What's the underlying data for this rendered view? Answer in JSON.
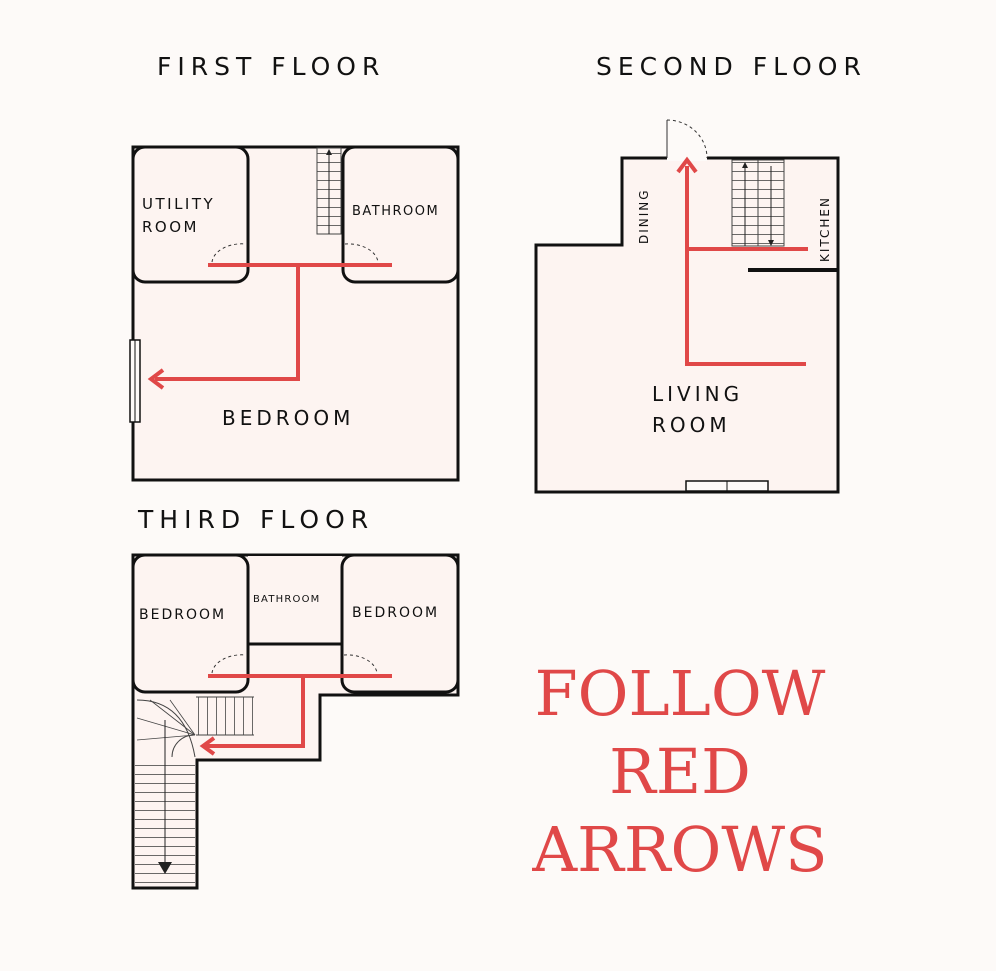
{
  "floors": {
    "first": {
      "title": "FIRST FLOOR",
      "utility_line1": "UTILITY",
      "utility_line2": "ROOM",
      "bathroom": "BATHROOM",
      "bedroom": "BEDROOM"
    },
    "second": {
      "title": "SECOND FLOOR",
      "dining": "DINING",
      "kitchen": "KITCHEN",
      "living_line1": "LIVING",
      "living_line2": "ROOM"
    },
    "third": {
      "title": "THIRD FLOOR",
      "bedroom_left": "BEDROOM",
      "bathroom": "BATHROOM",
      "bedroom_right": "BEDROOM"
    }
  },
  "callout": {
    "line1": "FOLLOW",
    "line2": "RED",
    "line3": "ARROWS"
  },
  "colors": {
    "wall": "#111111",
    "room_fill": "#fdf4f1",
    "arrow": "#e04848"
  }
}
